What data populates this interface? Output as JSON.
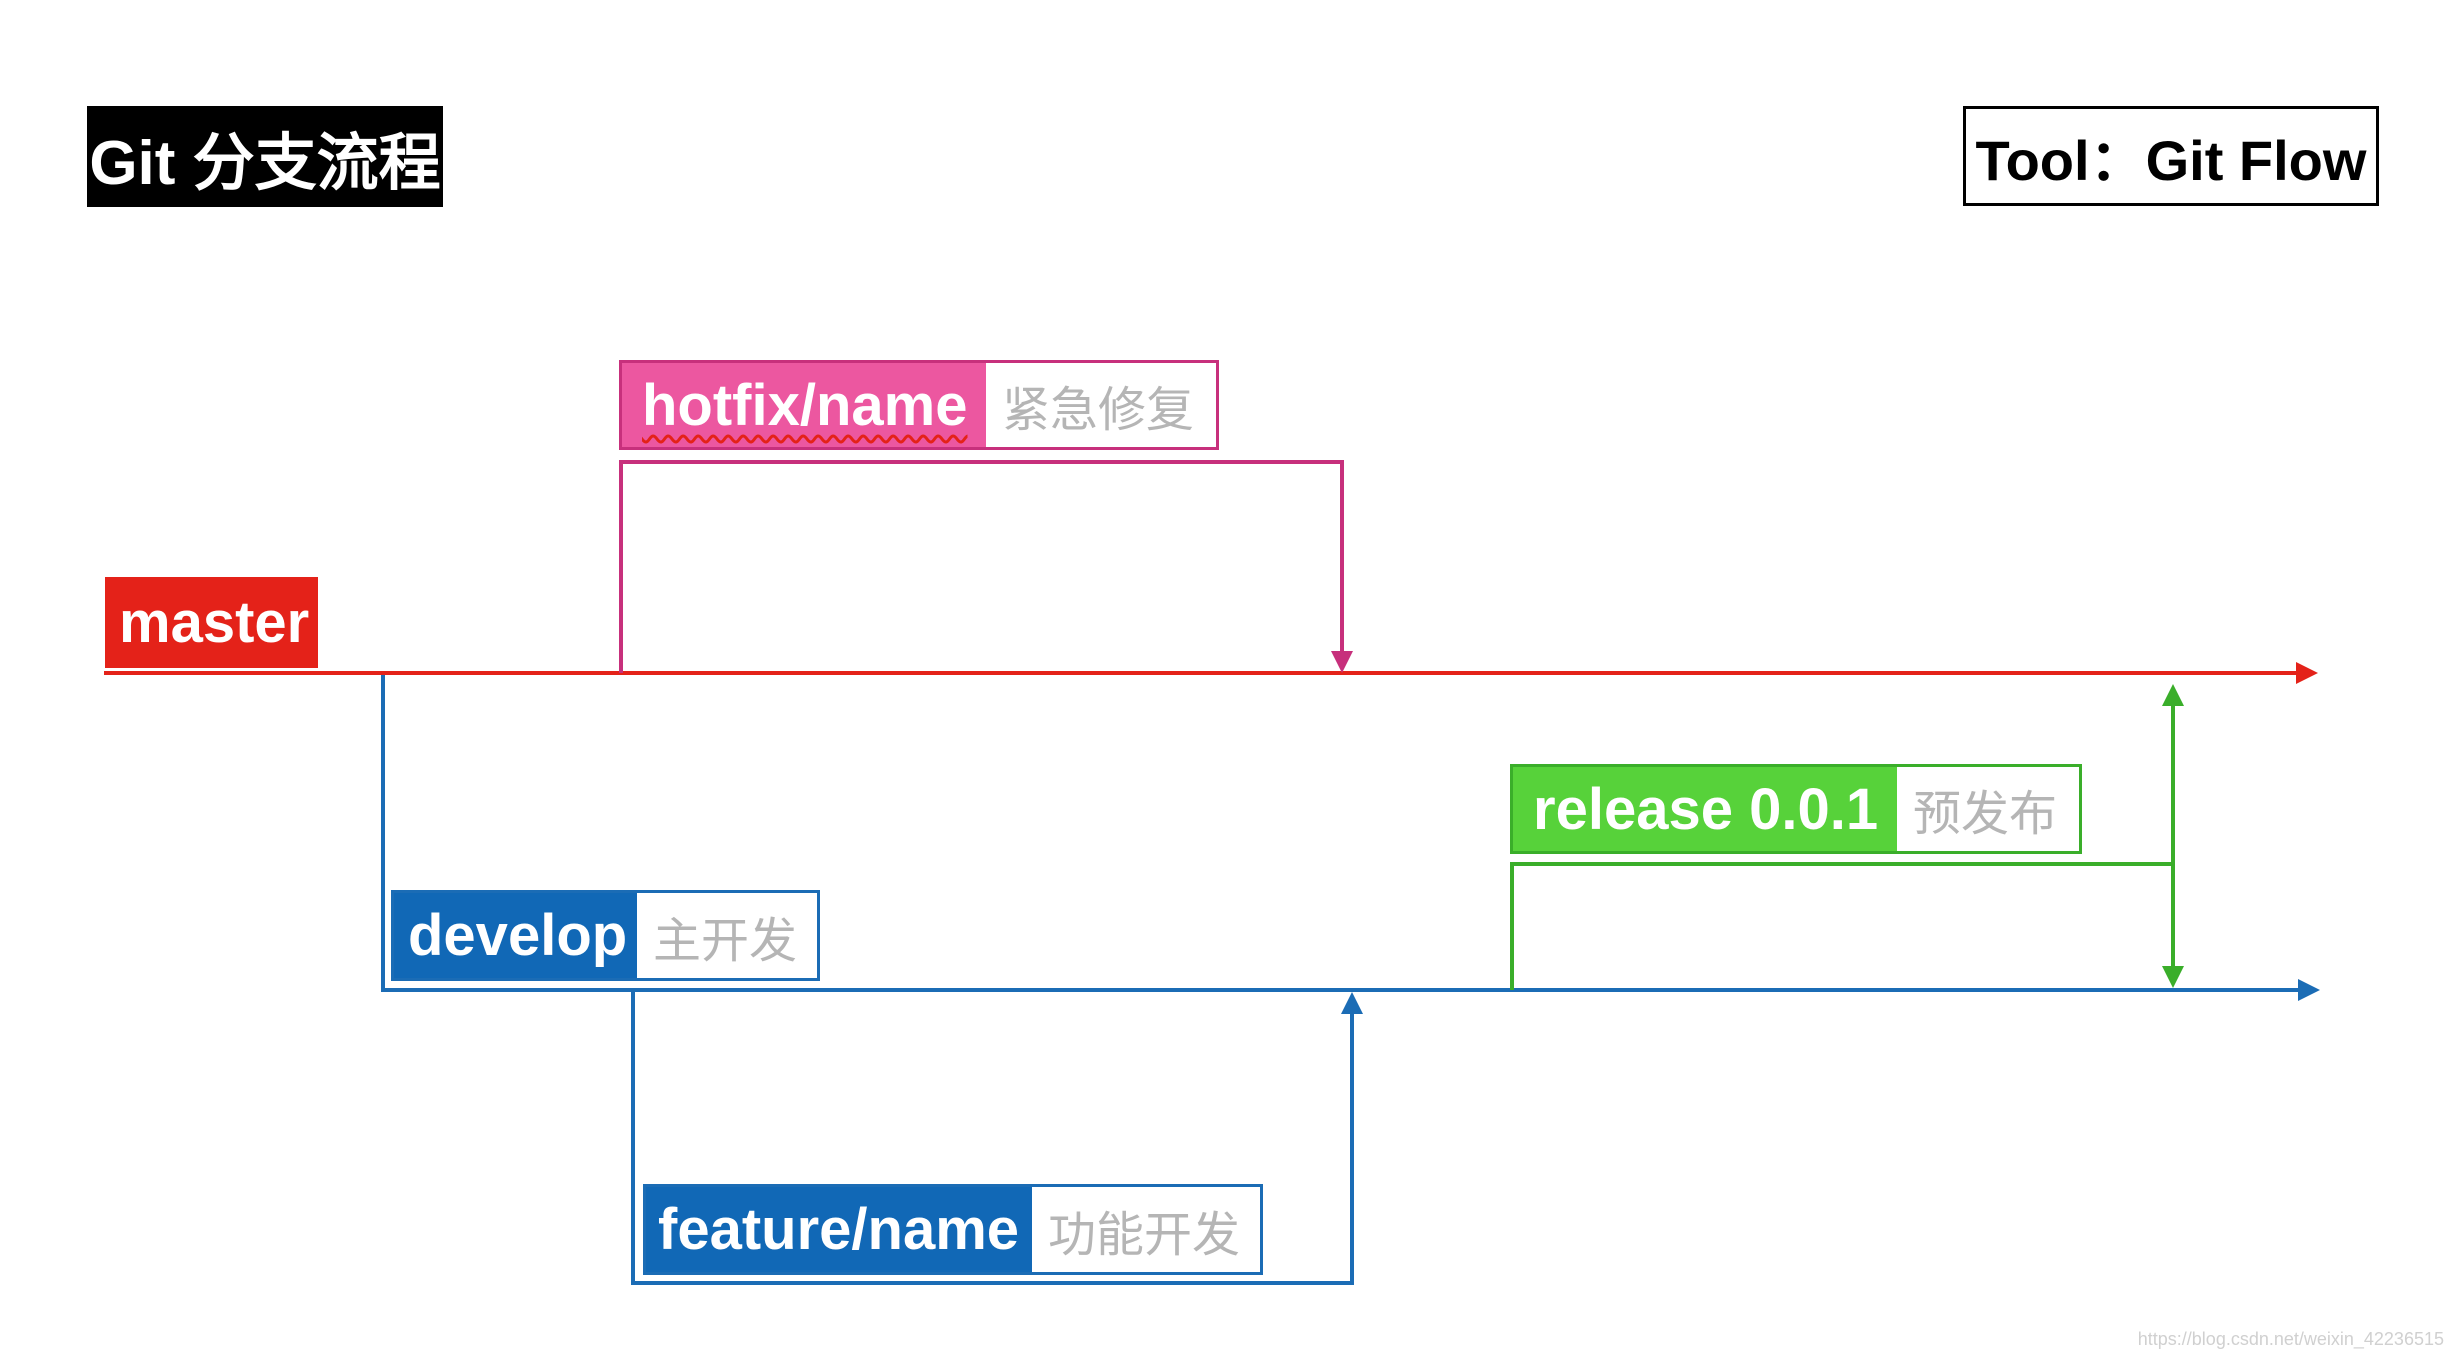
{
  "title": "Git 分支流程",
  "tool_label": "Tool：Git Flow",
  "branches": {
    "master": {
      "label": "master",
      "color": "#e42219"
    },
    "hotfix": {
      "label": "hotfix/name",
      "desc": "紧急修复",
      "color": "#ec57a0",
      "line_color": "#c7307c"
    },
    "release": {
      "label": "release 0.0.1",
      "desc": "预发布",
      "color": "#57d23a",
      "line_color": "#3aae2a"
    },
    "develop": {
      "label": "develop",
      "desc": "主开发",
      "color": "#1168b6"
    },
    "feature": {
      "label": "feature/name",
      "desc": "功能开发",
      "color": "#1168b6"
    }
  },
  "watermark": "https://blog.csdn.net/weixin_42236515"
}
